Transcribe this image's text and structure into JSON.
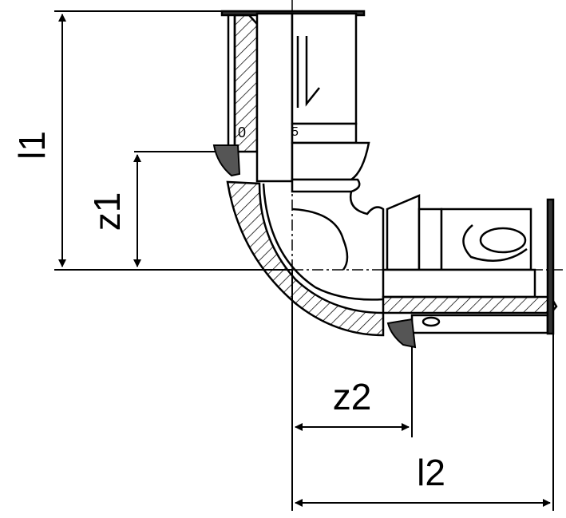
{
  "dimensions": {
    "l1": "l1",
    "z1": "z1",
    "z2": "z2",
    "l2": "l2"
  },
  "colors": {
    "ink": "#000000",
    "seal": "#555555"
  }
}
